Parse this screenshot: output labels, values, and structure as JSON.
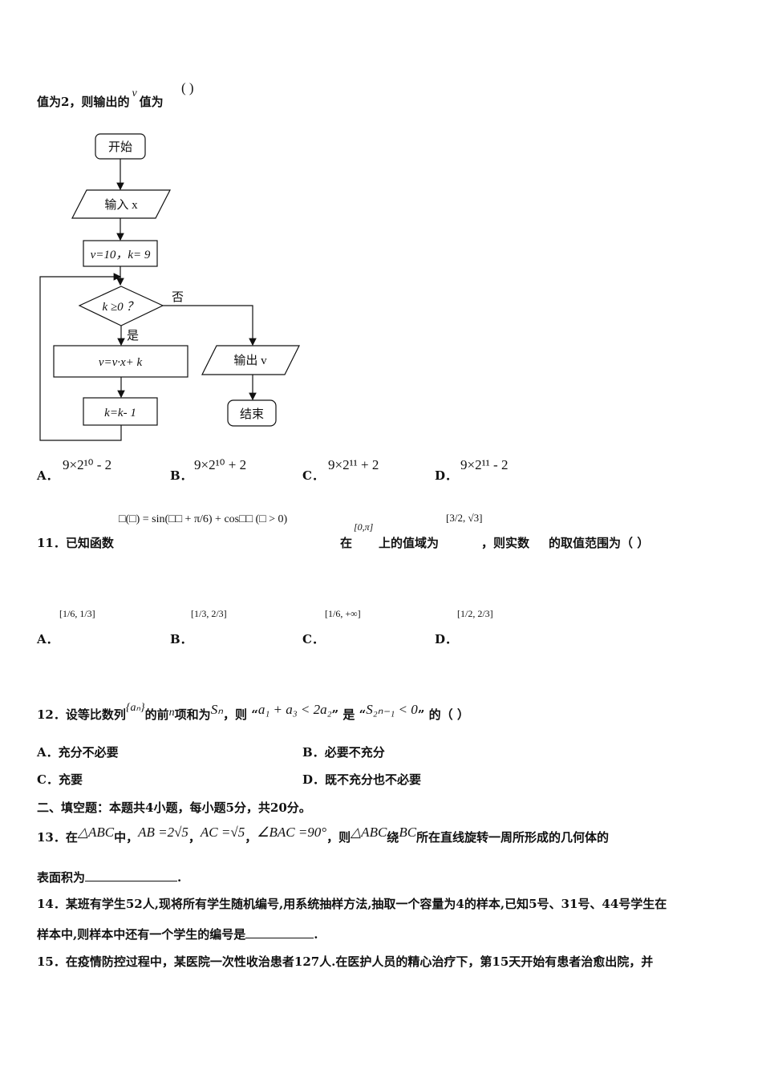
{
  "q10": {
    "intro_a": "值为2，则输出的",
    "var_v": "v",
    "intro_b": "值为",
    "paren": "(      )",
    "flowchart": {
      "start": "开始",
      "input": "输入 x",
      "init": "v=10，k= 9",
      "condition": "k ≥0 ？",
      "no": "否",
      "yes": "是",
      "update": "v=v·x+ k",
      "decrement": "k=k- 1",
      "output": "输出 v",
      "end": "结束"
    },
    "options": [
      {
        "label": "A．",
        "value": "9×2¹⁰ - 2"
      },
      {
        "label": "B．",
        "value": "9×2¹⁰ + 2"
      },
      {
        "label": "C．",
        "value": "9×2¹¹ + 2"
      },
      {
        "label": "D．",
        "value": "9×2¹¹ - 2"
      }
    ]
  },
  "q11": {
    "prefix": "11．已知函数",
    "formula": "□(□) = sin(□□ + π/6) + cos□□ (□ > 0)",
    "at": "在",
    "interval": "[0,π]",
    "range_text": "上的值域为",
    "range": "[3/2, √3]",
    "suffix_a": "，则实数",
    "suffix_b": "的取值范围为（   ）",
    "options": [
      {
        "label": "A．",
        "value": "[1/6, 1/3]"
      },
      {
        "label": "B．",
        "value": "[1/3, 2/3]"
      },
      {
        "label": "C．",
        "value": "[1/6, +∞]"
      },
      {
        "label": "D．",
        "value": "[1/2, 2/3]"
      }
    ]
  },
  "q12": {
    "p1": "12．设等比数列",
    "seq": "{aₙ}",
    "p2": "的前",
    "n": "n",
    "p3": "项和为",
    "Sn": "Sₙ",
    "p4": "，则 “",
    "cond1": "a₁ + a₃ < 2a₂",
    "p5": "” 是 “",
    "cond2": "S₂ₙ₋₁ < 0",
    "p6": "” 的（   ）",
    "options": [
      {
        "label": "A．",
        "value": "充分不必要"
      },
      {
        "label": "B．",
        "value": "必要不充分"
      },
      {
        "label": "C．",
        "value": "充要"
      },
      {
        "label": "D．",
        "value": "既不充分也不必要"
      }
    ]
  },
  "section2": "二、填空题：本题共4小题，每小题5分，共20分。",
  "q13": {
    "p1": "13．在",
    "tri": "△ABC",
    "p2": "中，",
    "ab": "AB =2√5",
    "c1": "，",
    "ac": "AC =√5",
    "c2": "，",
    "angle": "∠BAC =90°",
    "p3": "，则",
    "tri2": "△ABC",
    "p4": "绕",
    "bc": "BC",
    "p5": "所在直线旋转一周所形成的几何体的",
    "line2": "表面积为",
    "end": "."
  },
  "q14": {
    "line1": "14．某班有学生52人,现将所有学生随机编号,用系统抽样方法,抽取一个容量为4的样本,已知5号、31号、44号学生在",
    "line2": "样本中,则样本中还有一个学生的编号是",
    "end": "."
  },
  "q15": {
    "line1": "15．在疫情防控过程中，某医院一次性收治患者127人.在医护人员的精心治疗下，第15天开始有患者治愈出院，并"
  }
}
